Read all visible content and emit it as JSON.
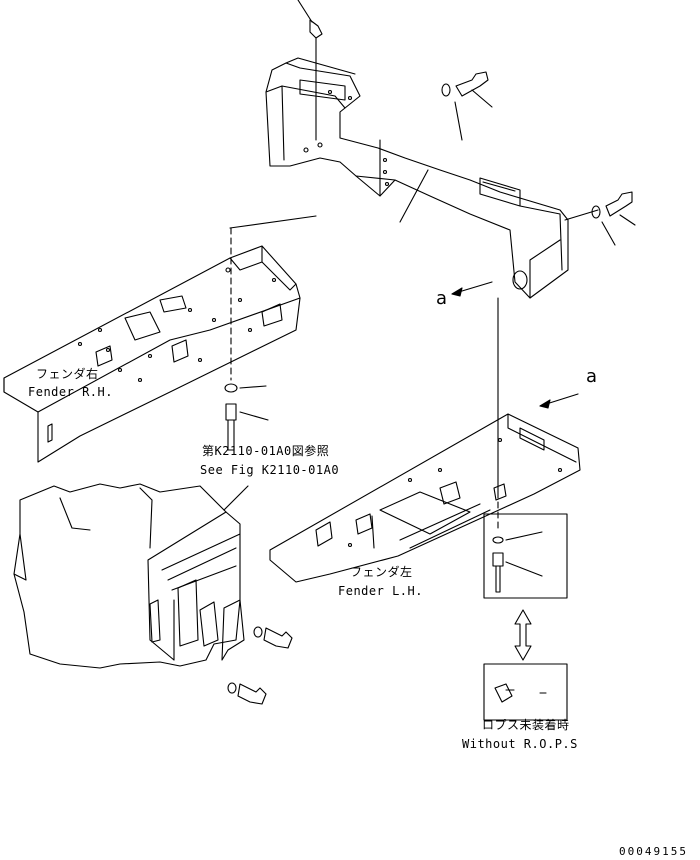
{
  "labels": {
    "fender_rh_jp": "フェンダ右",
    "fender_rh_en": "Fender R.H.",
    "fender_lh_jp": "フェンダ左",
    "fender_lh_en": "Fender L.H.",
    "ref_jp": "第K2110-01A0図参照",
    "ref_en": "See Fig K2110-01A0",
    "without_rops_jp": "ロプス未装着時",
    "without_rops_en": "Without R.O.P.S",
    "view_a_top": "a",
    "view_a_right": "a",
    "drawing_id": "00049155"
  },
  "colors": {
    "line": "#000000",
    "background": "#ffffff"
  }
}
